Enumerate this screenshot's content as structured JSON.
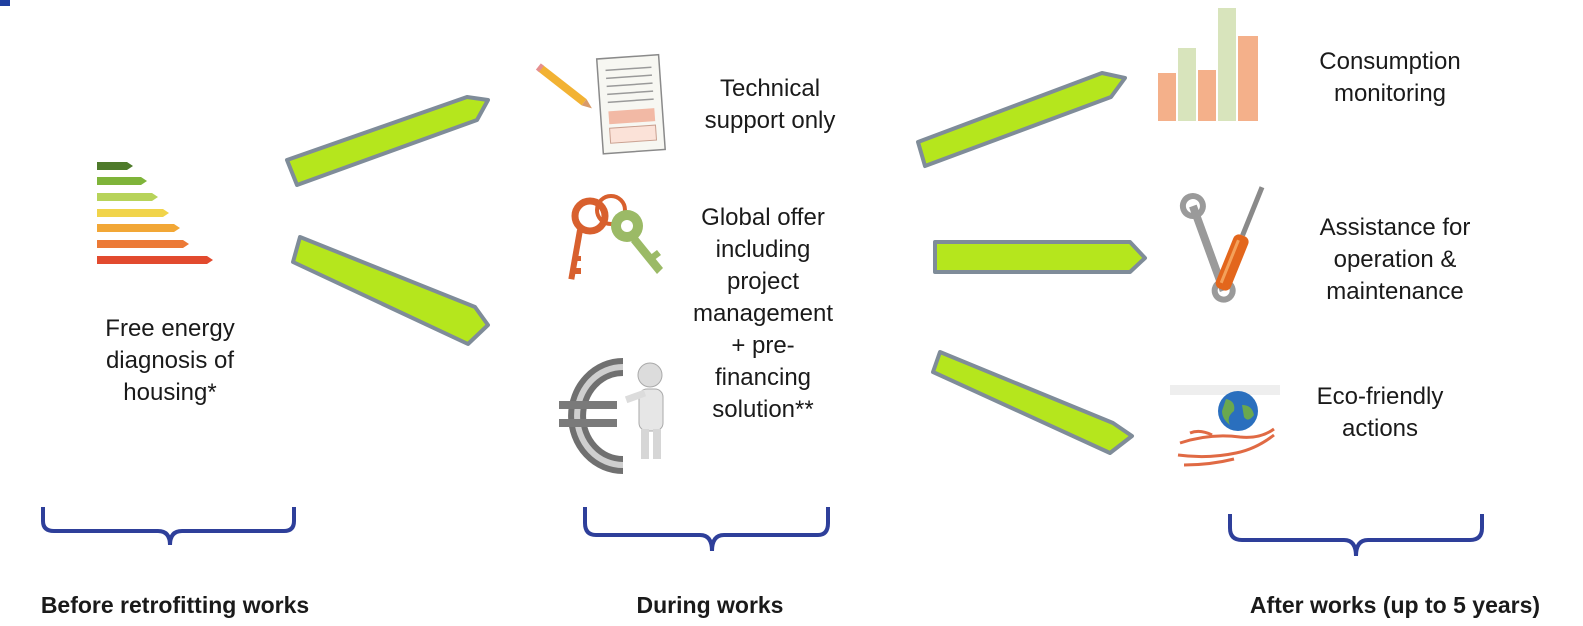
{
  "diagram": {
    "start": {
      "label": "Free energy\ndiagnosis of\nhousing*",
      "icon": "energy-rating-icon"
    },
    "during": {
      "option1": {
        "label": "Technical\nsupport only",
        "icon": "document-pencil-icon"
      },
      "option2": {
        "label": "Global offer\nincluding\nproject\nmanagement\n+ pre-\nfinancing\nsolution**",
        "icons": [
          "keys-icon",
          "euro-person-icon"
        ]
      }
    },
    "after": {
      "item1": {
        "label": "Consumption\nmonitoring",
        "icon": "bar-chart-icon"
      },
      "item2": {
        "label": "Assistance for\noperation &\nmaintenance",
        "icon": "tools-icon"
      },
      "item3": {
        "label": "Eco-friendly\nactions",
        "icon": "earth-hand-icon"
      }
    },
    "phases": {
      "before": "Before retrofitting works",
      "during": "During works",
      "after": "After works (up to 5 years)"
    },
    "colors": {
      "arrow_fill": "#b5e61d",
      "arrow_stroke": "#7f8c99",
      "bracket": "#2e3f9a",
      "accent_top": "#1f3fa0"
    }
  }
}
